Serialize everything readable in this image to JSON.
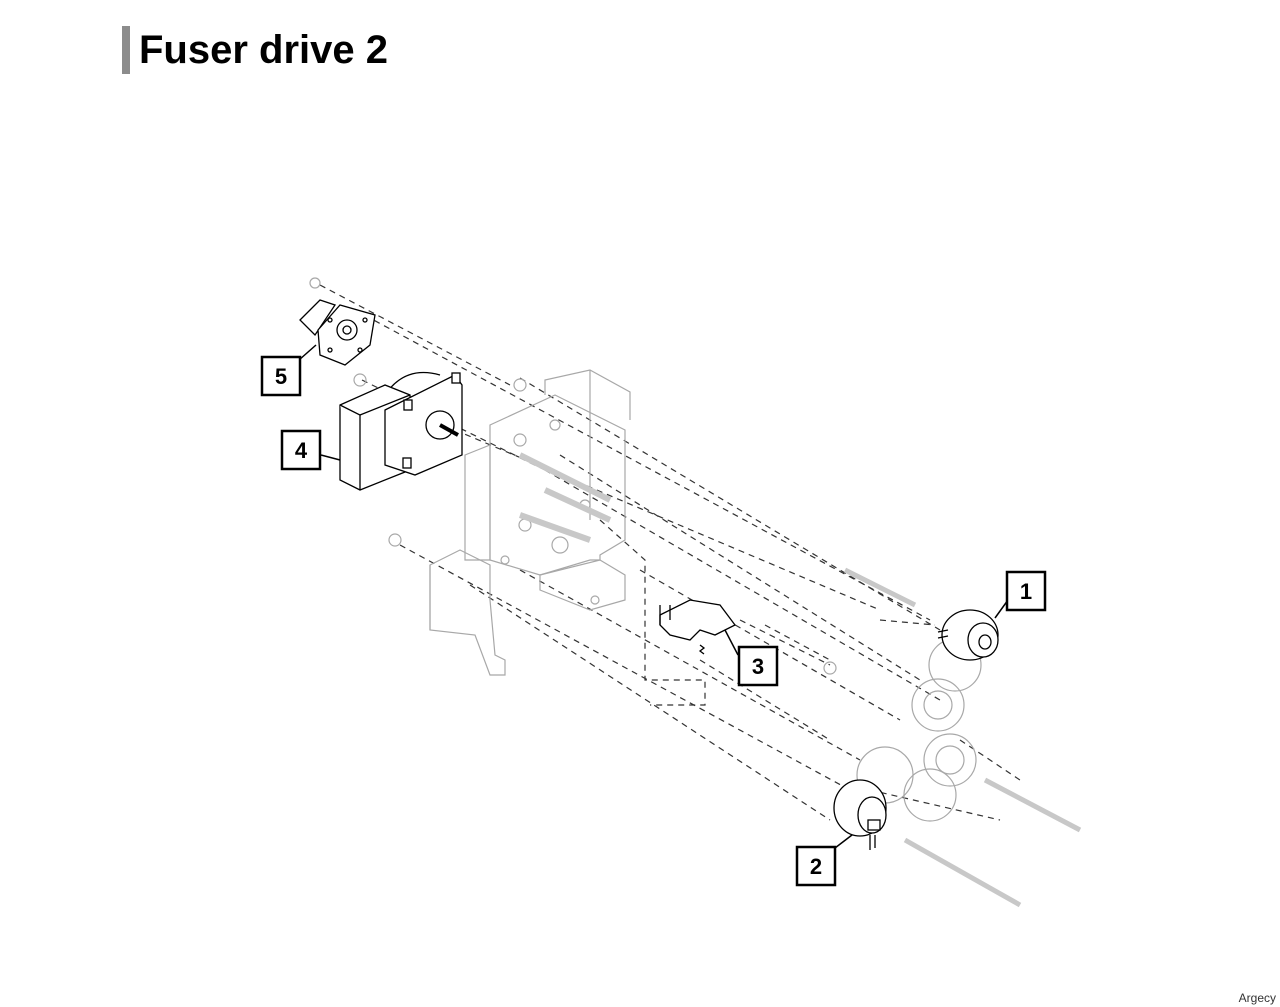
{
  "header": {
    "title": "Fuser drive 2"
  },
  "callouts": [
    {
      "id": "callout-1",
      "label": "1"
    },
    {
      "id": "callout-2",
      "label": "2"
    },
    {
      "id": "callout-3",
      "label": "3"
    },
    {
      "id": "callout-4",
      "label": "4"
    },
    {
      "id": "callout-5",
      "label": "5"
    }
  ],
  "footer": {
    "brand": "Argecy"
  },
  "colors": {
    "title_bar": "#8c8c8c",
    "ink": "#000000",
    "light_ink": "#a8a8a8",
    "part_fill": "#e6e6e6"
  }
}
